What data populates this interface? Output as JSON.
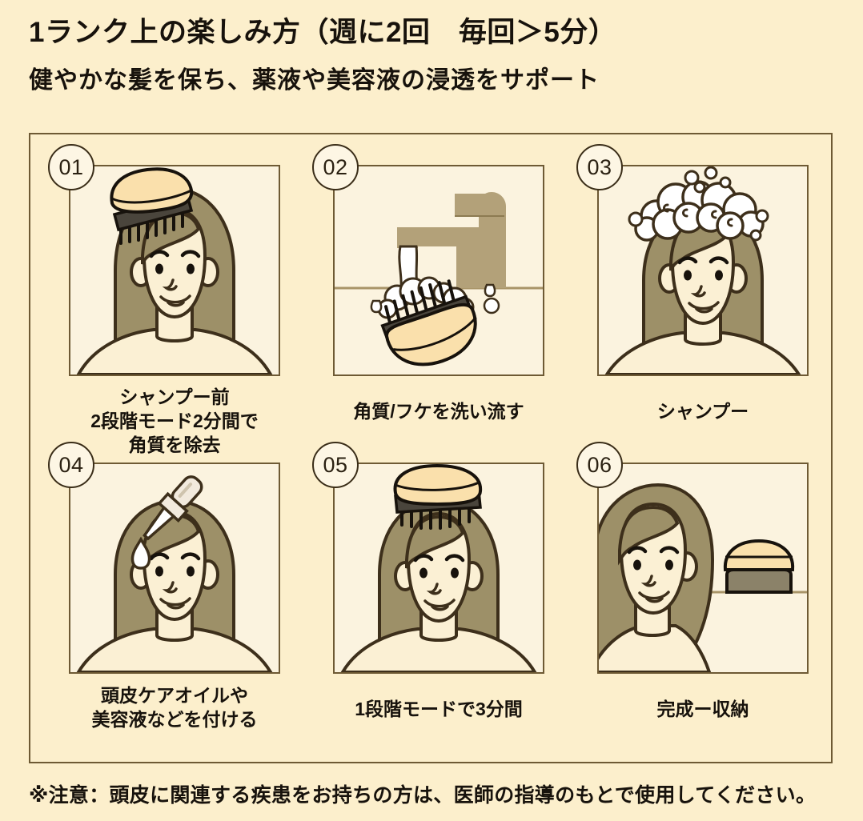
{
  "header": {
    "title": "1ランク上の楽しみ方（週に2回　毎回＞5分）",
    "subtitle": "健やかな髪を保ち、薬液や美容液の浸透をサポート"
  },
  "colors": {
    "page_background": "#fcefcc",
    "panel_background": "#fbf3df",
    "frame_border": "#6e5a34",
    "outline": "#3d2f1b",
    "hair": "#9d9068",
    "skin": "#fbf0d4",
    "brush_body": "#fae0ac",
    "brush_band": "#4a453c",
    "fixture": "#b3a179",
    "text": "#17120c"
  },
  "steps": [
    {
      "number": "01",
      "caption": "シャンプー前\n2段階モード2分間で\n角質を除去",
      "illustration": "woman-with-brush-on-head"
    },
    {
      "number": "02",
      "caption": "角質/フケを洗い流す",
      "illustration": "brush-rinsed-under-faucet"
    },
    {
      "number": "03",
      "caption": "シャンプー",
      "illustration": "woman-with-shampoo-foam"
    },
    {
      "number": "04",
      "caption": "頭皮ケアオイルや\n美容液などを付ける",
      "illustration": "woman-with-dropper"
    },
    {
      "number": "05",
      "caption": "1段階モードで3分間",
      "illustration": "woman-with-brush-on-head"
    },
    {
      "number": "06",
      "caption": "完成ー収納",
      "illustration": "woman-with-stored-brush"
    }
  ],
  "footer": {
    "note": "※注意：頭皮に関連する疾患をお持ちの方は、医師の指導のもとで使用してください。"
  }
}
